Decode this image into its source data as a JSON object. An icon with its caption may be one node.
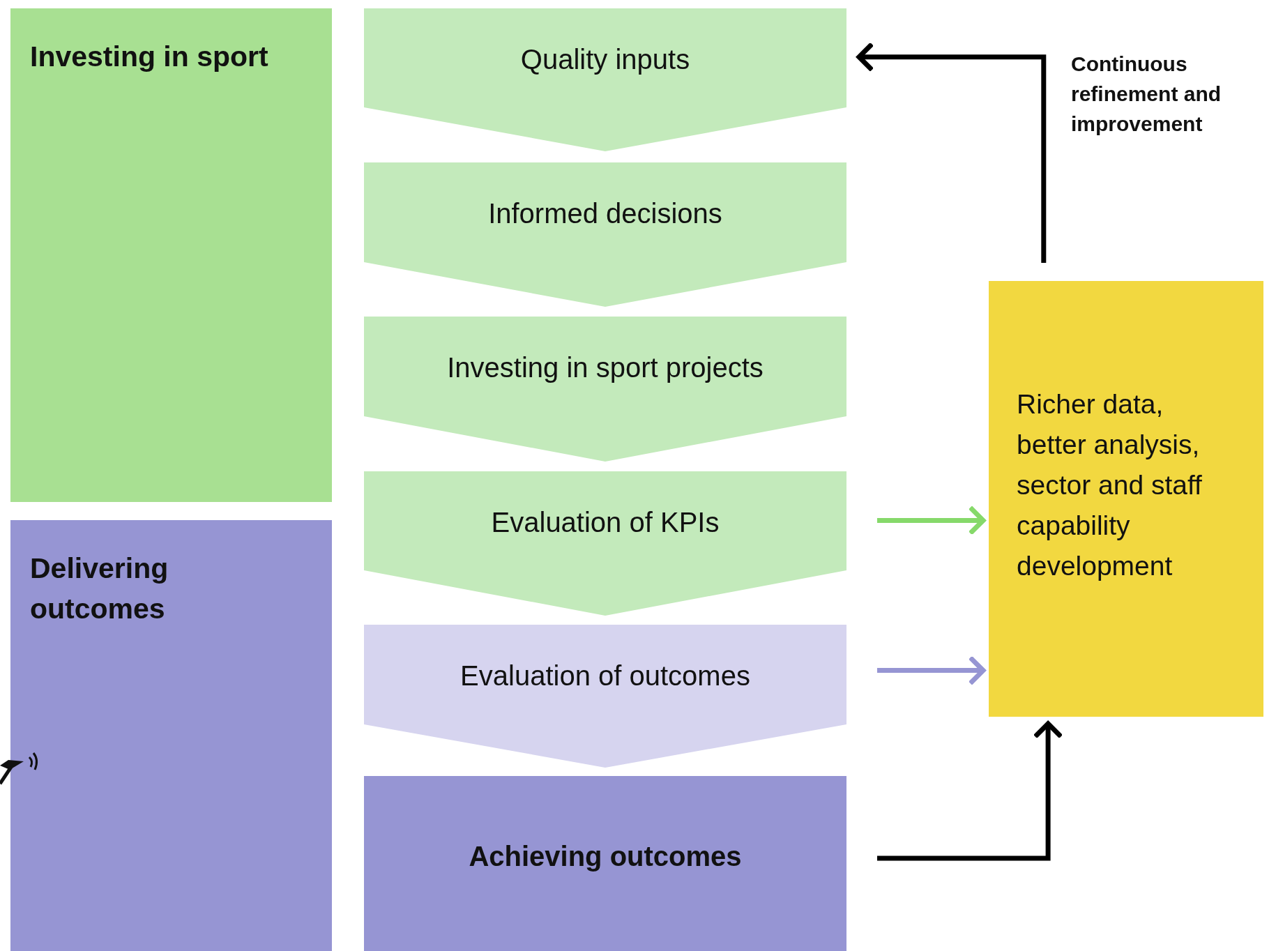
{
  "diagram": {
    "nodes": [
      {
        "text": [
          "Investing in sport"
        ]
      },
      {
        "text": [
          "Delivering outcomes"
        ]
      },
      {
        "text": [
          "Quality inputs"
        ]
      },
      {
        "text": [
          "Informed decisions"
        ]
      },
      {
        "text": [
          "Investing in sport projects"
        ]
      },
      {
        "text": [
          "Evaluation of KPIs"
        ]
      },
      {
        "text": [
          "Evaluation of outcomes"
        ]
      },
      {
        "text": [
          "Achieving outcomes"
        ]
      },
      {
        "text": [
          "Richer data, better analysis, sector and staff capability development"
        ]
      }
    ],
    "edges": [
      {
        "from": 8,
        "to": 2,
        "arrow": "to",
        "label": "Continuous refinement and improvement",
        "color": "#000000"
      },
      {
        "from": 5,
        "to": 8,
        "arrow": "to",
        "color": "#86d96a"
      },
      {
        "from": 6,
        "to": 8,
        "arrow": "to",
        "color": "#9695d3"
      },
      {
        "from": 7,
        "to": 8,
        "arrow": "to",
        "color": "#000000"
      }
    ]
  }
}
